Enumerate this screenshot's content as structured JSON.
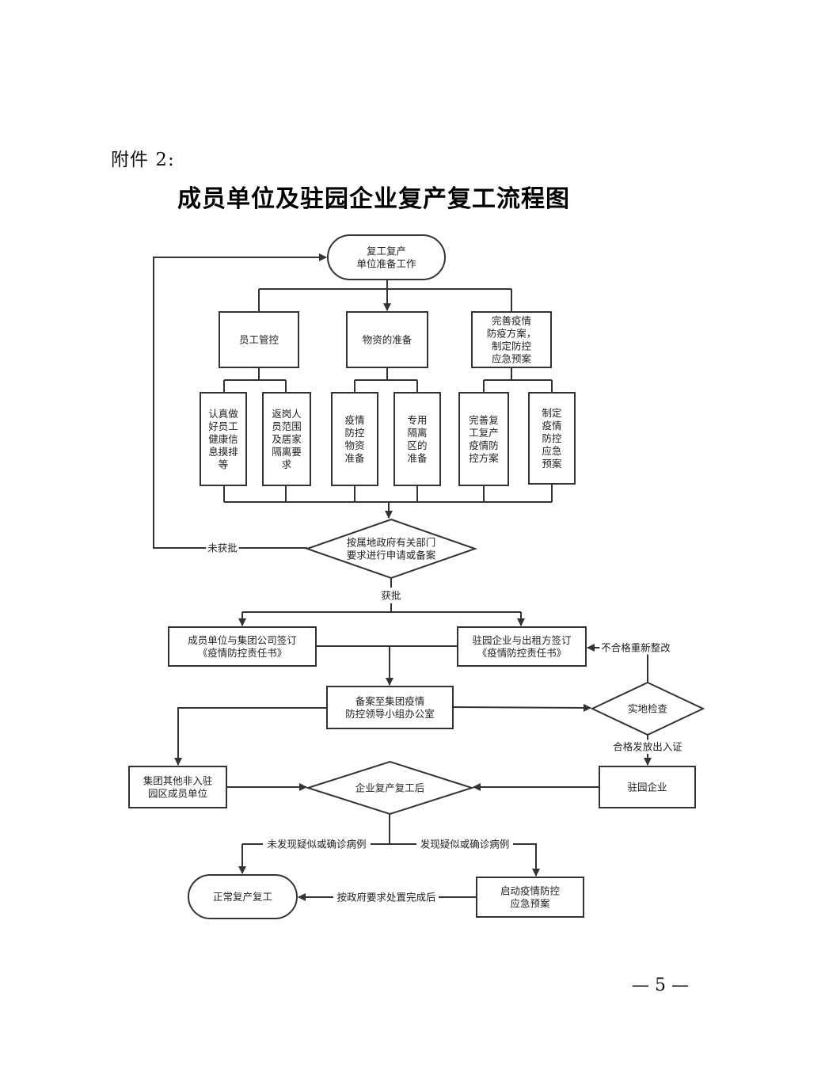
{
  "header": {
    "attachment": "附件 2:"
  },
  "title": "成员单位及驻园企业复产复工流程图",
  "footer": {
    "page_number": "— 5 —"
  },
  "nodes": {
    "start": {
      "lines": [
        "复工复产",
        "单位准备工作"
      ]
    },
    "staff": {
      "lines": [
        "员工管控"
      ]
    },
    "supplies": {
      "lines": [
        "物资的准备"
      ]
    },
    "plan": {
      "lines": [
        "完善疫情",
        "防疫方案，",
        "制定防控",
        "应急预案"
      ]
    },
    "s1": {
      "lines": [
        "认真做",
        "好员工",
        "健康信",
        "息摸排",
        "等"
      ]
    },
    "s2": {
      "lines": [
        "返岗人",
        "员范围",
        "及居家",
        "隔离要",
        "求"
      ]
    },
    "m1": {
      "lines": [
        "疫情",
        "防控",
        "物资",
        "准备"
      ]
    },
    "m2": {
      "lines": [
        "专用",
        "隔离",
        "区的",
        "准备"
      ]
    },
    "p1": {
      "lines": [
        "完善复",
        "工复产",
        "疫情防",
        "控方案"
      ]
    },
    "p2": {
      "lines": [
        "制定",
        "疫情",
        "防控",
        "应急",
        "预案"
      ]
    },
    "apply": {
      "lines": [
        "按属地政府有关部门",
        "要求进行申请或备案"
      ]
    },
    "sign_a": {
      "lines": [
        "成员单位与集团公司签订",
        "《疫情防控责任书》"
      ]
    },
    "sign_b": {
      "lines": [
        "驻园企业与出租方签订",
        "《疫情防控责任书》"
      ]
    },
    "record": {
      "lines": [
        "备案至集团疫情",
        "防控领导小组办公室"
      ]
    },
    "inspect": {
      "lines": [
        "实地检查"
      ]
    },
    "other": {
      "lines": [
        "集团其他非入驻",
        "园区成员单位"
      ]
    },
    "after": {
      "lines": [
        "企业复产复工后"
      ]
    },
    "park": {
      "lines": [
        "驻园企业"
      ]
    },
    "normal": {
      "lines": [
        "正常复产复工"
      ]
    },
    "emergency": {
      "lines": [
        "启动疫情防控",
        "应急预案"
      ]
    }
  },
  "edge_labels": {
    "not_approved": "未获批",
    "approved": "获批",
    "rectify": "不合格重新整改",
    "pass_cert": "合格发放出入证",
    "no_case": "未发现疑似或确诊病例",
    "case_found": "发现疑似或确诊病例",
    "resolved": "按政府要求处置完成后"
  }
}
